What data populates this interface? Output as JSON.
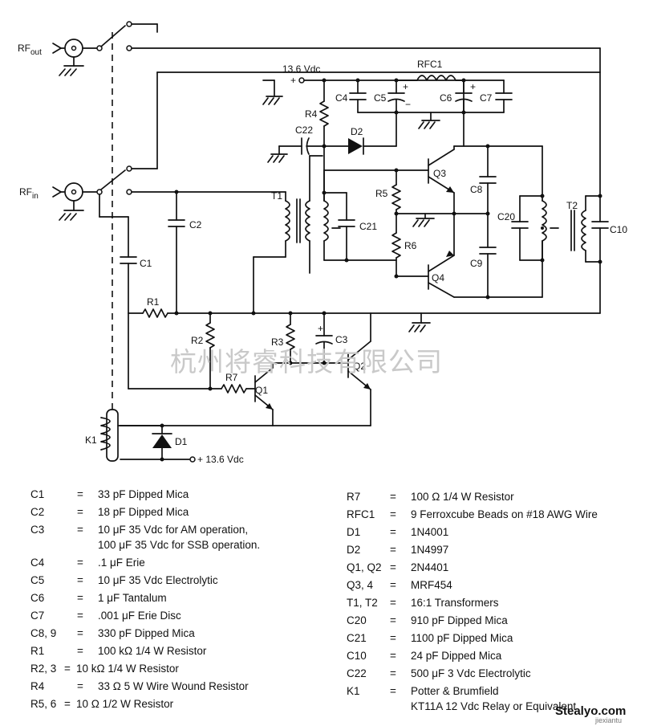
{
  "schematic": {
    "supply_top": "13.6 Vdc",
    "supply_relay": "+ 13.6 Vdc",
    "plus": "+",
    "minus": "−",
    "designators": {
      "rf_out": "RF",
      "rf_out_sub": "out",
      "rf_in": "RF",
      "rf_in_sub": "in",
      "rfc1": "RFC1",
      "c1": "C1",
      "c2": "C2",
      "c3": "C3",
      "c4": "C4",
      "c5": "C5",
      "c6": "C6",
      "c7": "C7",
      "c8": "C8",
      "c9": "C9",
      "c10": "C10",
      "c20": "C20",
      "c21": "C21",
      "c22": "C22",
      "r1": "R1",
      "r2": "R2",
      "r3": "R3",
      "r4": "R4",
      "r5": "R5",
      "r6": "R6",
      "r7": "R7",
      "d1": "D1",
      "d2": "D2",
      "q1": "Q1",
      "q2": "Q2",
      "q3": "Q3",
      "q4": "Q4",
      "t1": "T1",
      "t2": "T2",
      "k1": "K1"
    },
    "watermark": "杭州将睿科技有限公司",
    "credit": "Stealyo.com",
    "credit_sub": "jiexiantu"
  },
  "parts_list": {
    "left": [
      {
        "designator": "C1",
        "value": "33 pF Dipped Mica"
      },
      {
        "designator": "C2",
        "value": "18 pF Dipped Mica"
      },
      {
        "designator": "C3",
        "value": "10 μF 35 Vdc for AM operation,",
        "value2": "100 μF 35 Vdc for SSB operation."
      },
      {
        "designator": "C4",
        "value": ".1 μF Erie"
      },
      {
        "designator": "C5",
        "value": "10 μF 35 Vdc Electrolytic"
      },
      {
        "designator": "C6",
        "value": "1 μF Tantalum"
      },
      {
        "designator": "C7",
        "value": ".001 μF Erie Disc"
      },
      {
        "designator": "C8, 9",
        "value": "330 pF Dipped Mica"
      },
      {
        "designator": "R1",
        "value": "100 kΩ 1/4 W Resistor"
      },
      {
        "designator": "R2, 3",
        "value": "10 kΩ 1/4 W Resistor",
        "tight": true
      },
      {
        "designator": "R4",
        "value": "33 Ω 5 W Wire Wound Resistor"
      },
      {
        "designator": "R5, 6",
        "value": "10 Ω 1/2 W Resistor",
        "tight": true
      }
    ],
    "right": [
      {
        "designator": "R7",
        "value": "100 Ω 1/4 W Resistor"
      },
      {
        "designator": "RFC1",
        "value": "9 Ferroxcube Beads on #18 AWG Wire"
      },
      {
        "designator": "D1",
        "value": "1N4001"
      },
      {
        "designator": "D2",
        "value": "1N4997"
      },
      {
        "designator": "Q1, Q2",
        "value": "2N4401"
      },
      {
        "designator": "Q3, 4",
        "value": "MRF454"
      },
      {
        "designator": "T1, T2",
        "value": "16:1 Transformers"
      },
      {
        "designator": "C20",
        "value": "910 pF Dipped Mica"
      },
      {
        "designator": "C21",
        "value": "1100 pF Dipped Mica"
      },
      {
        "designator": "C10",
        "value": "24 pF Dipped Mica"
      },
      {
        "designator": "C22",
        "value": "500 μF 3 Vdc Electrolytic"
      },
      {
        "designator": "K1",
        "value": "Potter & Brumfield",
        "value2": "KT11A 12 Vdc Relay or Equivalent"
      }
    ]
  }
}
